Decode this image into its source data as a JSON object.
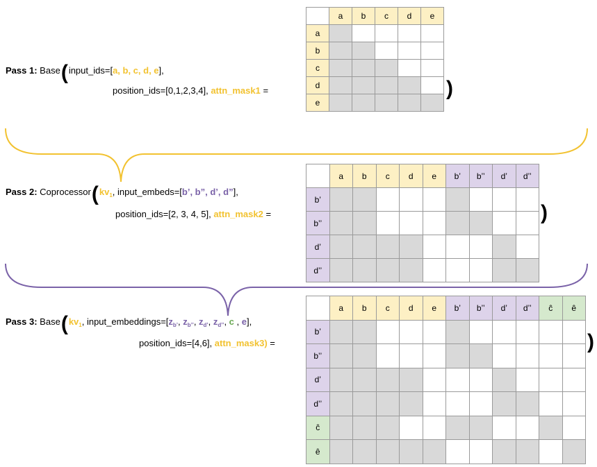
{
  "pass1": {
    "label": "Pass 1:",
    "func": "Base",
    "arg1_prefix": "input_ids=[",
    "arg1_tokens": "a, b, c, d, e",
    "arg1_suffix": "],",
    "arg2": "position_ids=[0,1,2,3,4],",
    "mask_name": "attn_mask1",
    "eq": "=",
    "close": ")",
    "columns": [
      "a",
      "b",
      "c",
      "d",
      "e"
    ],
    "rows": [
      "a",
      "b",
      "c",
      "d",
      "e"
    ],
    "column_colors": [
      "y",
      "y",
      "y",
      "y",
      "y"
    ],
    "row_colors": [
      "y",
      "y",
      "y",
      "y",
      "y"
    ],
    "mask": [
      [
        1,
        0,
        0,
        0,
        0
      ],
      [
        1,
        1,
        0,
        0,
        0
      ],
      [
        1,
        1,
        1,
        0,
        0
      ],
      [
        1,
        1,
        1,
        1,
        0
      ],
      [
        1,
        1,
        1,
        1,
        1
      ]
    ]
  },
  "pass2": {
    "label": "Pass 2:",
    "func": "Coprocessor",
    "kv_prefix": "kv",
    "kv_sub": "1",
    "arg1_prefix": ", input_embeds=[",
    "arg1_tokens": "b’, b”, d’, d”",
    "arg1_suffix": "],",
    "arg2": "position_ids=[2, 3, 4, 5],",
    "mask_name": "attn_mask2",
    "eq": "=",
    "close": ")",
    "columns": [
      "a",
      "b",
      "c",
      "d",
      "e",
      "b’",
      "b’’",
      "d’",
      "d’’"
    ],
    "rows": [
      "b’",
      "b’’",
      "d’",
      "d’’"
    ],
    "column_colors": [
      "y",
      "y",
      "y",
      "y",
      "y",
      "p",
      "p",
      "p",
      "p"
    ],
    "row_colors": [
      "p",
      "p",
      "p",
      "p"
    ],
    "mask": [
      [
        1,
        1,
        0,
        0,
        0,
        1,
        0,
        0,
        0
      ],
      [
        1,
        1,
        0,
        0,
        0,
        1,
        1,
        0,
        0
      ],
      [
        1,
        1,
        1,
        1,
        0,
        0,
        0,
        1,
        0
      ],
      [
        1,
        1,
        1,
        1,
        0,
        0,
        0,
        1,
        1
      ]
    ]
  },
  "pass3": {
    "label": "Pass 3:",
    "func": "Base",
    "kv_prefix": "kv",
    "kv_sub": "1",
    "arg1_prefix": ", input_embeddings=[",
    "z_tokens": [
      {
        "base": "z",
        "sub": "b’"
      },
      {
        "base": "z",
        "sub": "b’’"
      },
      {
        "base": "z",
        "sub": "d’"
      },
      {
        "base": "z",
        "sub": "d’’"
      }
    ],
    "c_token": "c",
    "e_token": "e",
    "arg1_suffix": "],",
    "arg2": "position_ids=[4,6],",
    "mask_name": "attn_mask3)",
    "eq": "=",
    "close": ")",
    "columns": [
      "a",
      "b",
      "c",
      "d",
      "e",
      "b’",
      "b’’",
      "d’",
      "d’’",
      "ĉ",
      "ê"
    ],
    "rows": [
      "b’",
      "b’’",
      "d’",
      "d’’",
      "ĉ",
      "ê"
    ],
    "column_colors": [
      "y",
      "y",
      "y",
      "y",
      "y",
      "p",
      "p",
      "p",
      "p",
      "g",
      "g"
    ],
    "row_colors": [
      "p",
      "p",
      "p",
      "p",
      "g",
      "g"
    ],
    "mask": [
      [
        1,
        1,
        0,
        0,
        0,
        1,
        0,
        0,
        0,
        0,
        0
      ],
      [
        1,
        1,
        0,
        0,
        0,
        1,
        1,
        0,
        0,
        0,
        0
      ],
      [
        1,
        1,
        1,
        1,
        0,
        0,
        0,
        1,
        0,
        0,
        0
      ],
      [
        1,
        1,
        1,
        1,
        0,
        0,
        0,
        1,
        1,
        0,
        0
      ],
      [
        1,
        1,
        1,
        0,
        0,
        1,
        1,
        0,
        0,
        1,
        0
      ],
      [
        1,
        1,
        1,
        1,
        1,
        0,
        0,
        1,
        1,
        0,
        1
      ]
    ]
  },
  "colors": {
    "yellow": "#f2c230",
    "purple": "#7a62a8",
    "green": "#69a853",
    "masked": "#d9d9d9",
    "header_yellow": "#fdf0c4",
    "header_purple": "#ddd3ea",
    "header_green": "#d5e9cd"
  }
}
